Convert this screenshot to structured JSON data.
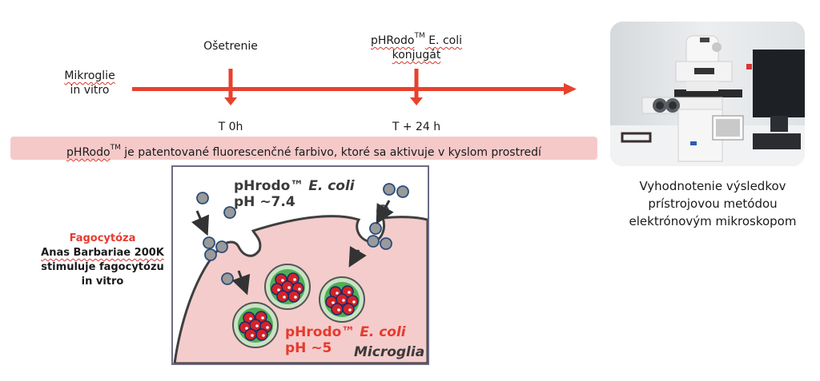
{
  "timeline": {
    "start_label_line1": "Mikroglie",
    "start_label_line2": "in vitro",
    "event1_label": "Ošetrenie",
    "event1_time": "T 0h",
    "event2_label_part1": "pHRodo",
    "event2_label_tm": "TM",
    "event2_label_part2": " E. coli",
    "event2_label_line2": "konjugát",
    "event2_time": "T + 24 h",
    "arrow_color": "#e8412c"
  },
  "banner": {
    "brand": "pHRodo",
    "tm": "TM",
    "text": " je patentované fluorescenčné farbivo, ktoré sa aktivuje v kyslom prostredí",
    "background": "#f6c9c9"
  },
  "microscope": {
    "image_alt": "microscope-photo",
    "caption_line1": "Vyhodnotenie výsledkov",
    "caption_line2": "prístrojovou metódou",
    "caption_line3": "elektrónovým mikroskopom"
  },
  "phagocytosis": {
    "title": "Fagocytóza",
    "line1": "Anas Barbariae 200K",
    "line2": "stimuluje fagocytózu",
    "line3": "in vitro",
    "title_color": "#e63a2e"
  },
  "diagram": {
    "top_label_line1_a": "pHrodo™ ",
    "top_label_line1_b": "E. coli",
    "top_label_line2": "pH ~7.4",
    "bottom_label_line1_a": "pHrodo™ ",
    "bottom_label_line1_b": "E. coli",
    "bottom_label_line2": "pH ~5",
    "cell_label": "Microglia",
    "cell_color": "#f4cccc",
    "acid_label_color": "#e63a2e",
    "neutral_label_color": "#3a3a3a"
  }
}
